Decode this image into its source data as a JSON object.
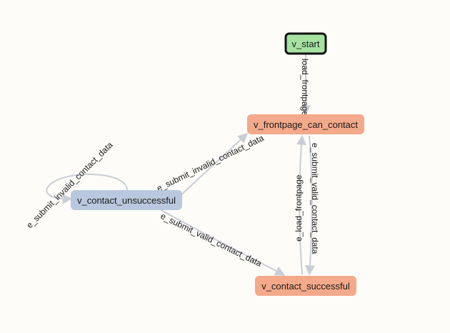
{
  "graph": {
    "nodes": {
      "start": {
        "label": "v_start",
        "fill": "#a6e3a1",
        "stroke": "#111111"
      },
      "frontpage": {
        "label": "v_frontpage_can_contact",
        "fill": "#f4a98a",
        "stroke": "#f4a98a"
      },
      "unsuccessful": {
        "label": "v_contact_unsuccessful",
        "fill": "#b9c8de",
        "stroke": "#b9c8de"
      },
      "successful": {
        "label": "v_contact_successful",
        "fill": "#f4a98a",
        "stroke": "#f4a98a"
      }
    },
    "edges": {
      "load_frontpage_top": {
        "label": "load_frontpage"
      },
      "submit_invalid_to_frontpage": {
        "label": "e_submit_invalid_contact_data"
      },
      "submit_invalid_loop": {
        "label": "e_submit_invalid_contact_data"
      },
      "submit_valid_from_unsuccessful": {
        "label": "e_submit_valid_contact_data"
      },
      "load_frontpage_back": {
        "label": "e_load_frontpage"
      },
      "submit_valid_from_frontpage": {
        "label": "e_submit_valid_contact_data"
      }
    },
    "colors": {
      "edge": "#c9ced6",
      "background": "#fdfcf8"
    }
  }
}
